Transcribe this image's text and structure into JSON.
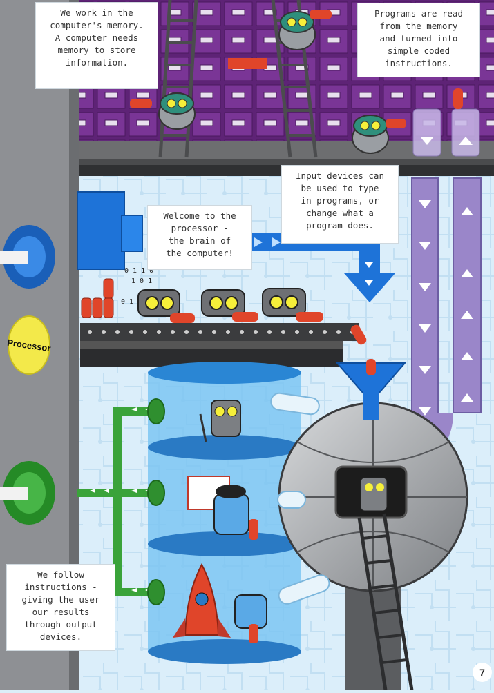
{
  "bubbles": {
    "memory": [
      "We work in the",
      "computer's memory.",
      "A computer needs",
      "memory to store",
      "information."
    ],
    "programs": [
      "Programs are read",
      "from the memory",
      "and turned into",
      "simple coded",
      "instructions."
    ],
    "input": [
      "Input devices can",
      "be used to type",
      "in programs, or",
      "change what a",
      "program does."
    ],
    "processor": [
      "Welcome to the",
      "processor -",
      "the brain of",
      "the computer!"
    ],
    "output": [
      "We follow",
      "instructions -",
      "giving the user",
      "our results",
      "through output",
      "devices."
    ]
  },
  "processor_label": "Processor",
  "page_number": "7",
  "colors": {
    "memory_cabinet": "#6a2a83",
    "pipe": "#9a86c9",
    "frame": "#8a8a8a",
    "input_blue": "#1e73d8",
    "output_green": "#3aa33a",
    "tube_blue": "#3b9be0",
    "processor_yellow": "#f3e94a",
    "fuel_red": "#e0452a"
  }
}
